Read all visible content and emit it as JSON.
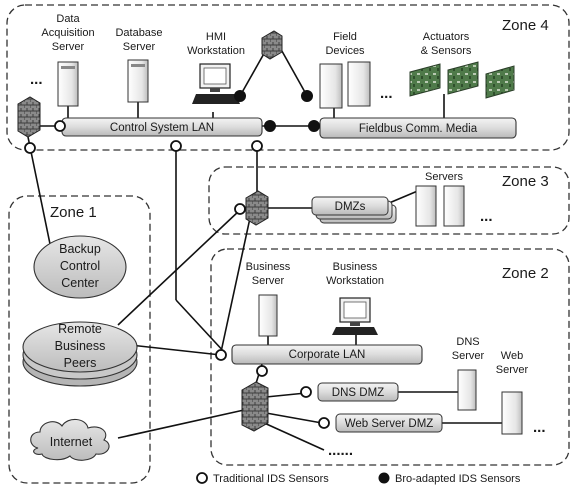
{
  "zones": {
    "zone4": "Zone 4",
    "zone3": "Zone 3",
    "zone2": "Zone 2",
    "zone1": "Zone 1"
  },
  "zone4": {
    "daq_line1": "Data",
    "daq_line2": "Acquisition",
    "daq_line3": "Server",
    "db_line1": "Database",
    "db_line2": "Server",
    "hmi_line1": "HMI",
    "hmi_line2": "Workstation",
    "field_line1": "Field",
    "field_line2": "Devices",
    "act_line1": "Actuators",
    "act_line2": "& Sensors",
    "control_lan": "Control System LAN",
    "fieldbus": "Fieldbus Comm. Media",
    "ellipsis": "..."
  },
  "zone3": {
    "dmzs": "DMZs",
    "servers": "Servers",
    "ellipsis": "..."
  },
  "zone2": {
    "bs_line1": "Business",
    "bs_line2": "Server",
    "bw_line1": "Business",
    "bw_line2": "Workstation",
    "corp_lan": "Corporate LAN",
    "dns_line1": "DNS",
    "dns_line2": "Server",
    "web_line1": "Web",
    "web_line2": "Server",
    "dns_dmz": "DNS DMZ",
    "web_dmz": "Web Server DMZ",
    "ellipsis": "...",
    "ellipsis_bottom": "......"
  },
  "zone1": {
    "backup_line1": "Backup",
    "backup_line2": "Control",
    "backup_line3": "Center",
    "remote_line1": "Remote",
    "remote_line2": "Business",
    "remote_line3": "Peers",
    "internet": "Internet"
  },
  "legend": {
    "traditional": "Traditional IDS Sensors",
    "bro": "Bro-adapted IDS Sensors"
  }
}
